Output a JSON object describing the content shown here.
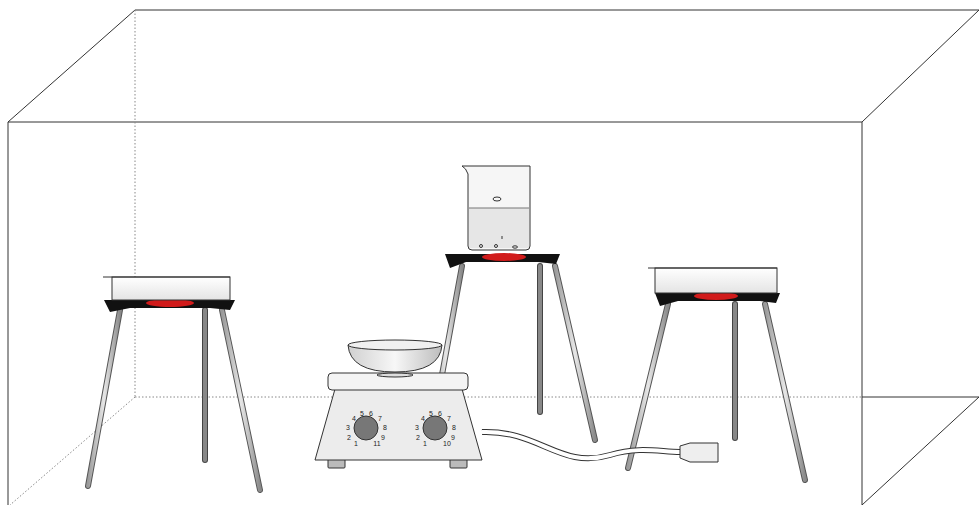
{
  "diagram": {
    "labels": [
      "5",
      "6",
      "4",
      "7",
      "3",
      "8",
      "2",
      "1",
      "11",
      "9",
      "5",
      "6",
      "4",
      "7",
      "3",
      "8",
      "2",
      "1",
      "10",
      "9"
    ]
  }
}
